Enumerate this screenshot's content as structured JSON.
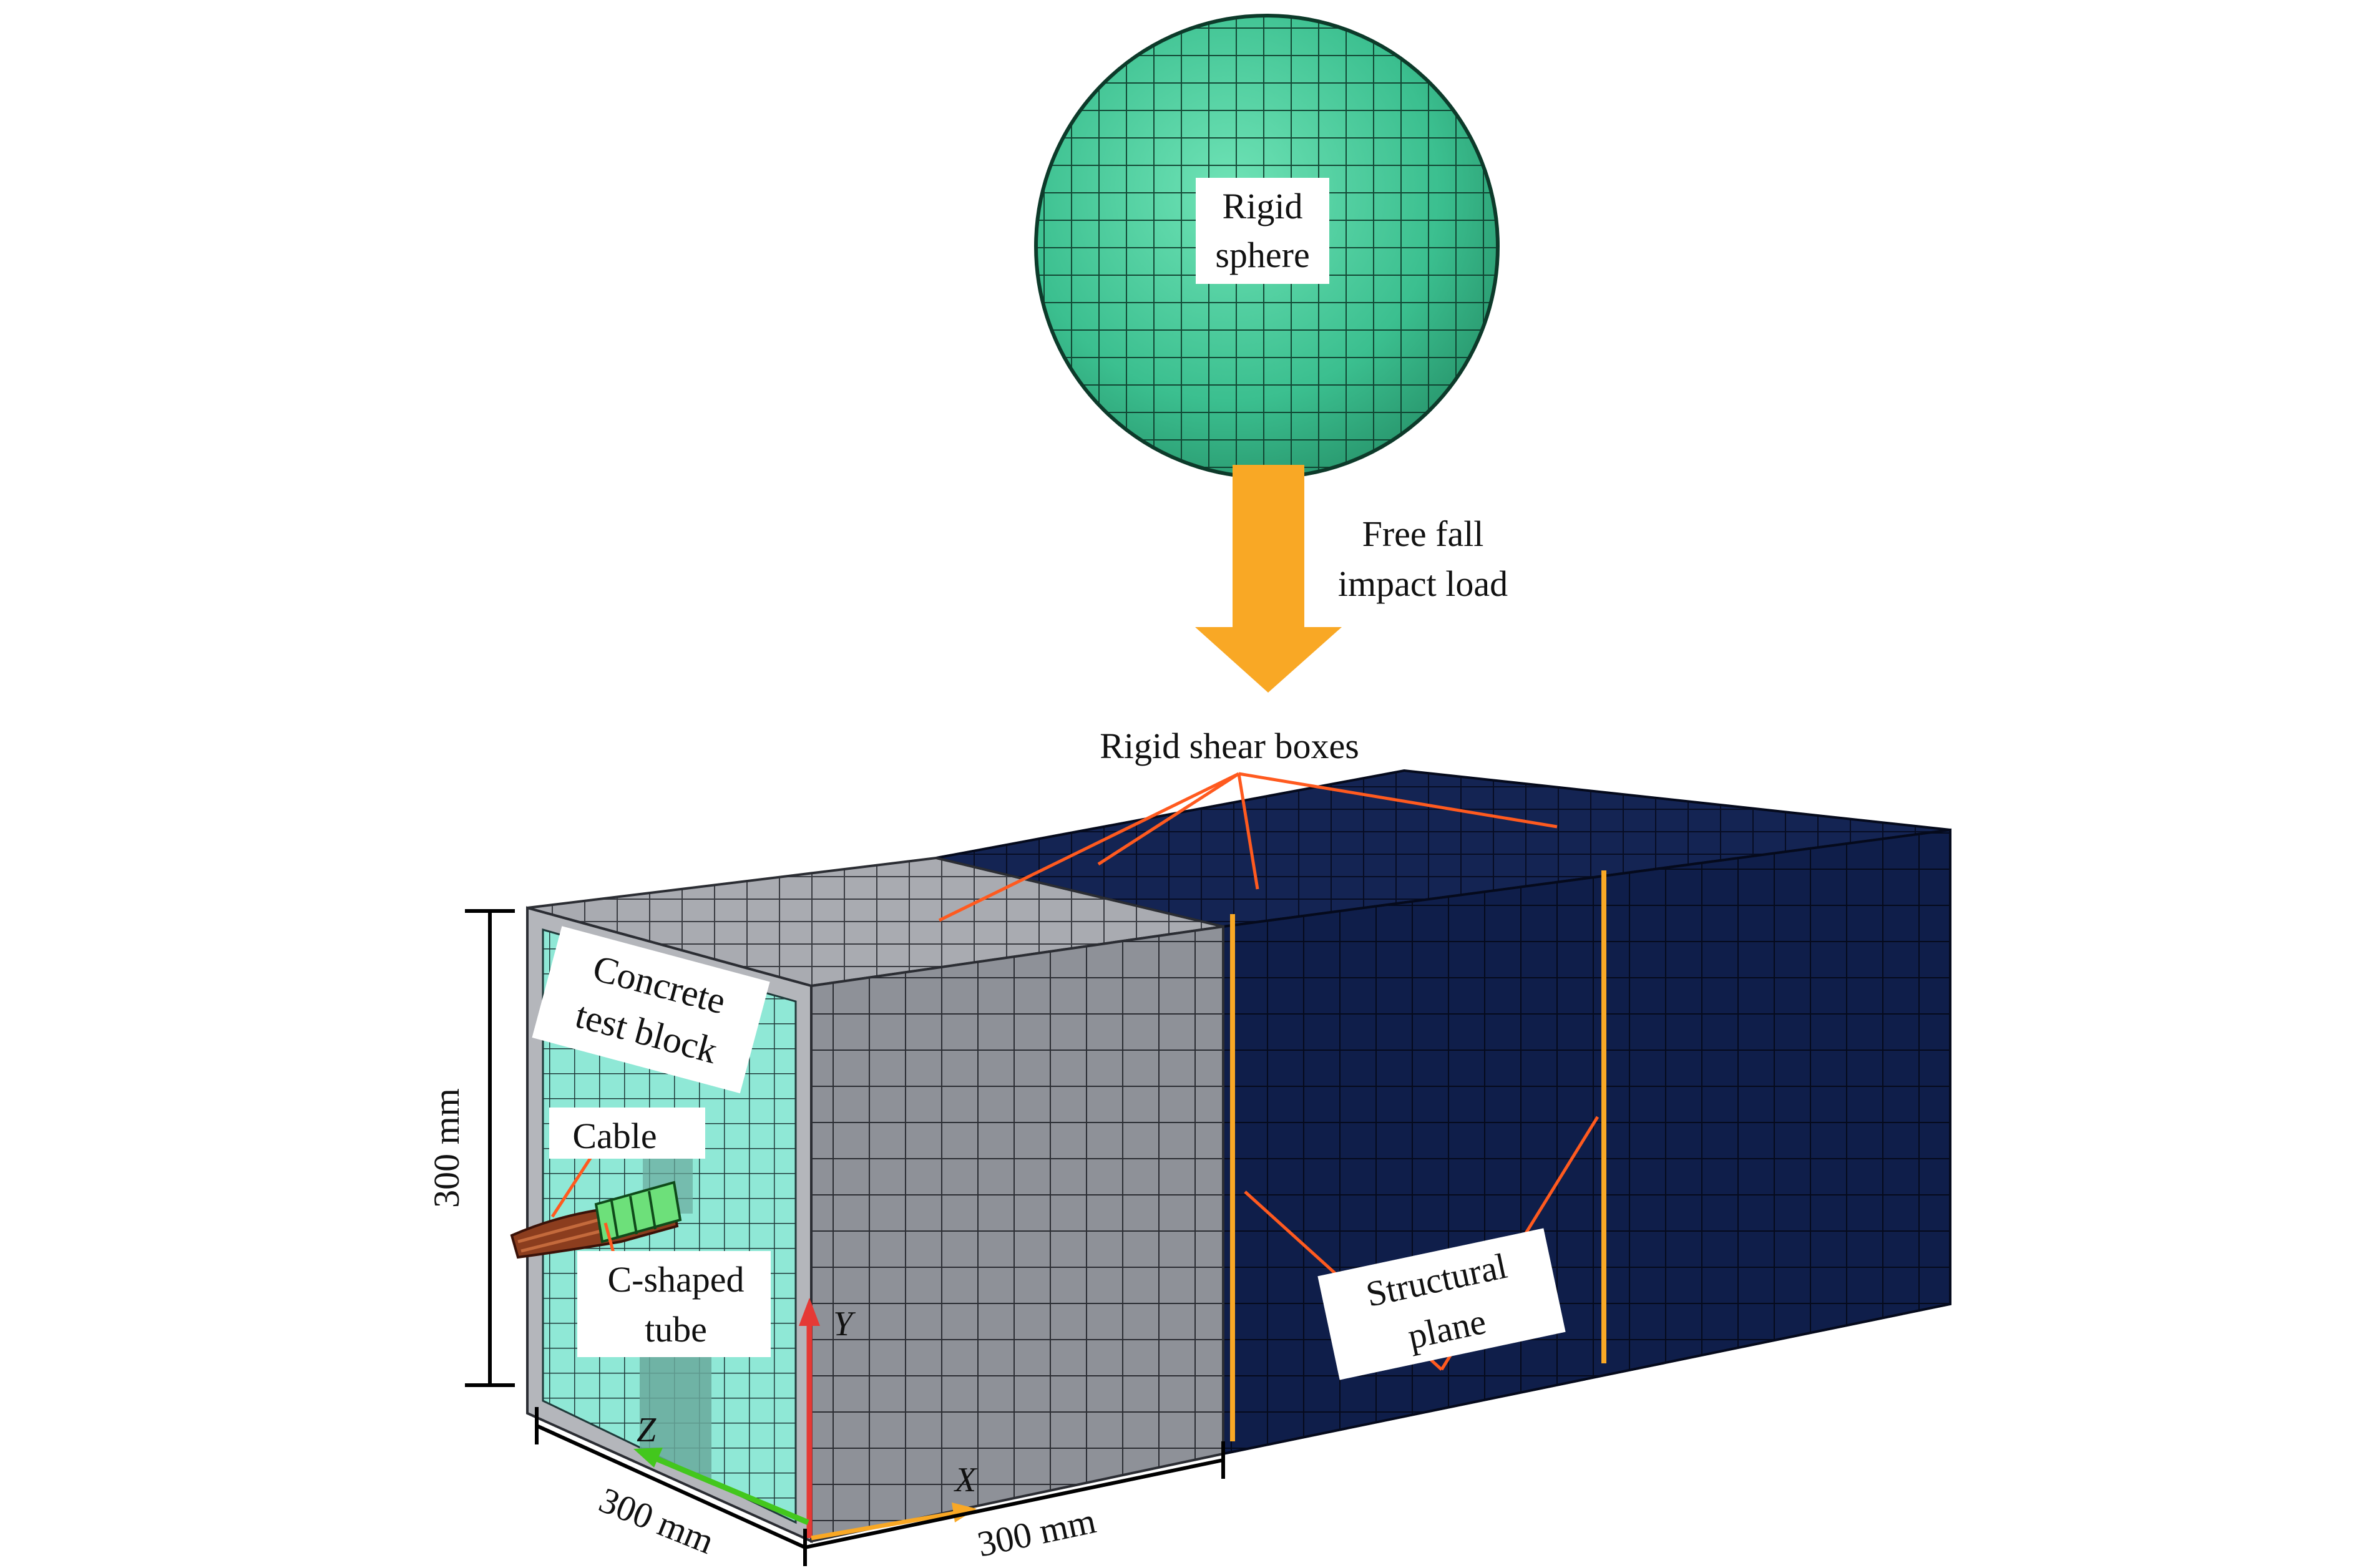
{
  "labels": {
    "sphere": [
      "Rigid",
      "sphere"
    ],
    "load": [
      "Free fall",
      "impact load"
    ],
    "shear_boxes": "Rigid shear boxes",
    "concrete": [
      "Concrete",
      "test block"
    ],
    "cable": "Cable",
    "tube": [
      "C-shaped",
      "tube"
    ],
    "plane": [
      "Structural",
      "plane"
    ],
    "dim_height": "300 mm",
    "dim_depth": "300 mm",
    "dim_width": "300 mm",
    "axis_x": "X",
    "axis_y": "Y",
    "axis_z": "Z"
  },
  "colors": {
    "sphere": "#3bbf8f",
    "arrow": "#f9a825",
    "concrete_face": "#8fe8d6",
    "grey_box": "#8e9198",
    "navy_box": "#0f1e4a",
    "leader": "#ff5a1f",
    "plane_line": "#f9a825",
    "axis_y": "#e53935",
    "axis_z": "#43c71d",
    "axis_x": "#f9a825"
  }
}
